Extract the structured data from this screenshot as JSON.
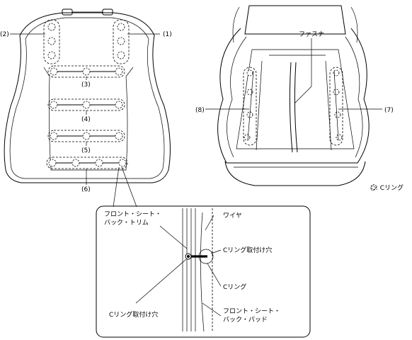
{
  "labels": {
    "c1": "(1)",
    "c2": "(2)",
    "c3": "(3)",
    "c4": "(4)",
    "c5": "(5)",
    "c6": "(6)",
    "c7": "(7)",
    "c8": "(8)",
    "fastener": "ファスナ",
    "legend": "○: Cリング"
  },
  "detail": {
    "trim_line1": "フロント・シート・",
    "trim_line2": "バック・トリム",
    "wire": "ワイヤ",
    "ring_hole_right": "Cリング取付け穴",
    "c_ring": "Cリング",
    "pad_line1": "フロント・シート・",
    "pad_line2": "バック・パッド",
    "ring_hole_left": "Cリング取付け穴"
  }
}
